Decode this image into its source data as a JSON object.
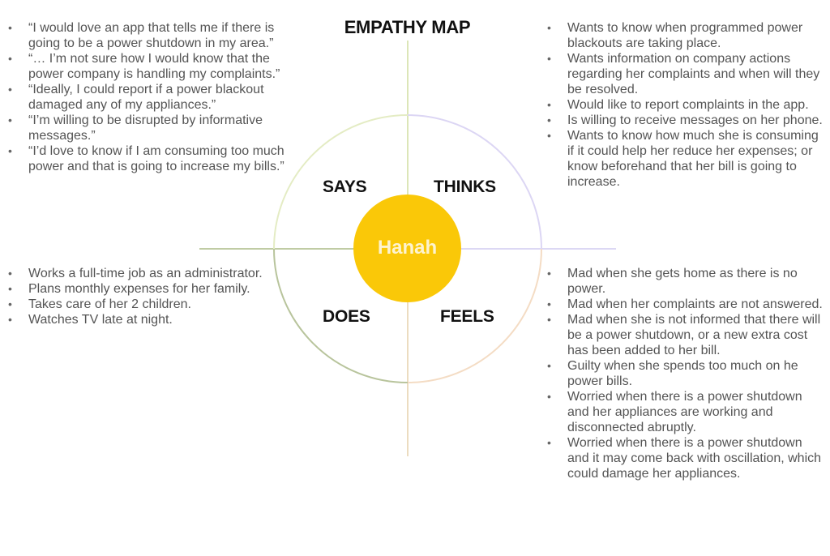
{
  "title": "EMPATHY MAP",
  "persona": "Hanah",
  "quadrants": {
    "says": {
      "label": "SAYS",
      "items": [
        "“I would love an app that tells me if there is going to be a power shutdown in my area.”",
        "“… I’m not sure how I would know that the power company is handling my complaints.”",
        "“Ideally, I could report if a power blackout damaged any of my appliances.”",
        "“I’m willing to be disrupted by informative messages.”",
        "“I’d love to know if I am consuming too much power and that is going to increase my bills.”"
      ]
    },
    "thinks": {
      "label": "THINKS",
      "items": [
        "Wants to know when programmed power blackouts are taking place.",
        "Wants information on company actions regarding her complaints and when will they be resolved.",
        "Would like to report complaints in the app.",
        "Is willing to receive messages on her phone.",
        "Wants to know how much she is consuming if it could help her reduce her expenses; or know beforehand that her bill is going to increase."
      ]
    },
    "does": {
      "label": "DOES",
      "items": [
        "Works a full-time job as an administrator.",
        "Plans monthly expenses for her family.",
        "Takes care of her 2 children.",
        "Watches TV late at night."
      ]
    },
    "feels": {
      "label": "FEELS",
      "items": [
        "Mad when she gets home as there is no power.",
        "Mad when her complaints are not answered.",
        "Mad when she is not informed that there will be a power shutdown, or a new extra cost has been added to her bill.",
        "Guilty when she spends too much on he power bills.",
        "Worried when there is a power shutdown and her appliances are working and disconnected abruptly.",
        "Worried when there is a power shutdown and it may come back with oscillation, which could damage her appliances."
      ]
    }
  },
  "colors": {
    "persona_fill": "#fac808",
    "arc_says": "#e4ecc4",
    "arc_thinks": "#dcd6f4",
    "arc_does": "#b8c49c",
    "arc_feels": "#f4dcc4",
    "axis_left": "#c0cca4",
    "axis_top": "#dce6b8",
    "axis_right": "#dcd8f4",
    "axis_bottom": "#ecdcc0"
  }
}
